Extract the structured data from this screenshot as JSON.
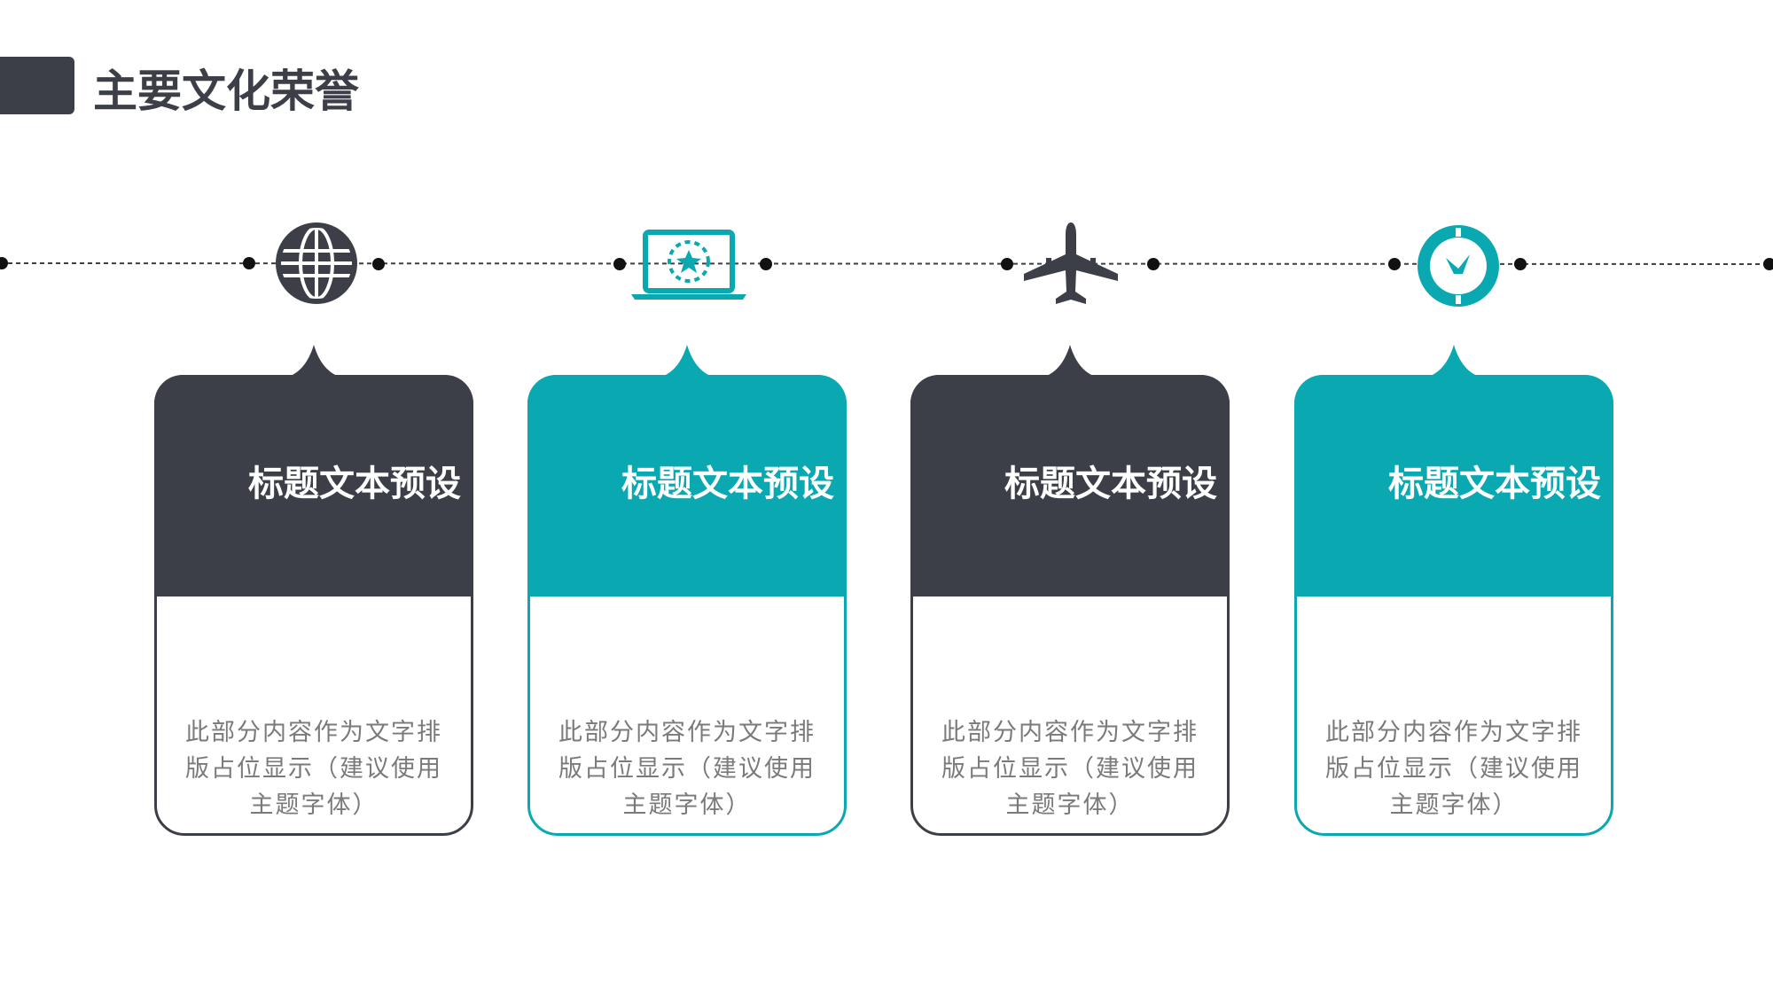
{
  "page": {
    "title": "主要文化荣誉"
  },
  "colors": {
    "dark": "#3c3f48",
    "teal": "#0aa9b1"
  },
  "cards": [
    {
      "title": "标题文本预设",
      "body": "此部分内容作为文字排版占位显示（建议使用主题字体）",
      "icon": "globe-icon",
      "color": "dark"
    },
    {
      "title": "标题文本预设",
      "body": "此部分内容作为文字排版占位显示（建议使用主题字体）",
      "icon": "laptop-star-icon",
      "color": "teal"
    },
    {
      "title": "标题文本预设",
      "body": "此部分内容作为文字排版占位显示（建议使用主题字体）",
      "icon": "airplane-icon",
      "color": "dark"
    },
    {
      "title": "标题文本预设",
      "body": "此部分内容作为文字排版占位显示（建议使用主题字体）",
      "icon": "clock-icon",
      "color": "teal"
    }
  ]
}
